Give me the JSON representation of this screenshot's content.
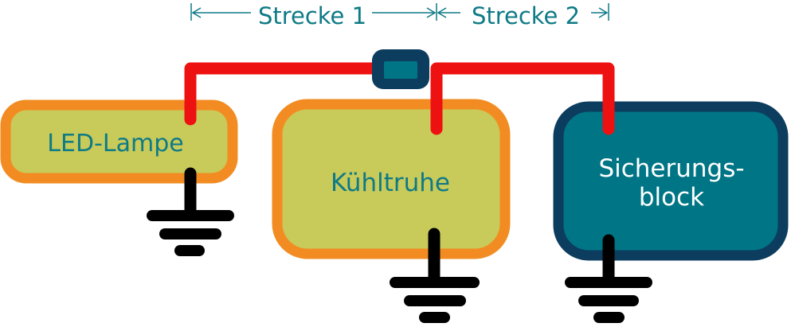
{
  "segments": {
    "segment_1": "Strecke 1",
    "segment_2": "Strecke 2"
  },
  "devices": {
    "led_lamp": "LED-Lampe",
    "freezer": "Kühltruhe",
    "fuse_block_line1": "Sicherungs-",
    "fuse_block_line2": "block"
  },
  "colors": {
    "wire": "#ee1111",
    "device_fill": "#c8ca5a",
    "device_border": "#f28c22",
    "fuse_fill": "#007585",
    "fuse_border": "#0c3d5e",
    "label_teal": "#0e7a86",
    "ground": "#000000"
  },
  "icons": [
    "ground-symbol-icon",
    "connector-icon"
  ]
}
